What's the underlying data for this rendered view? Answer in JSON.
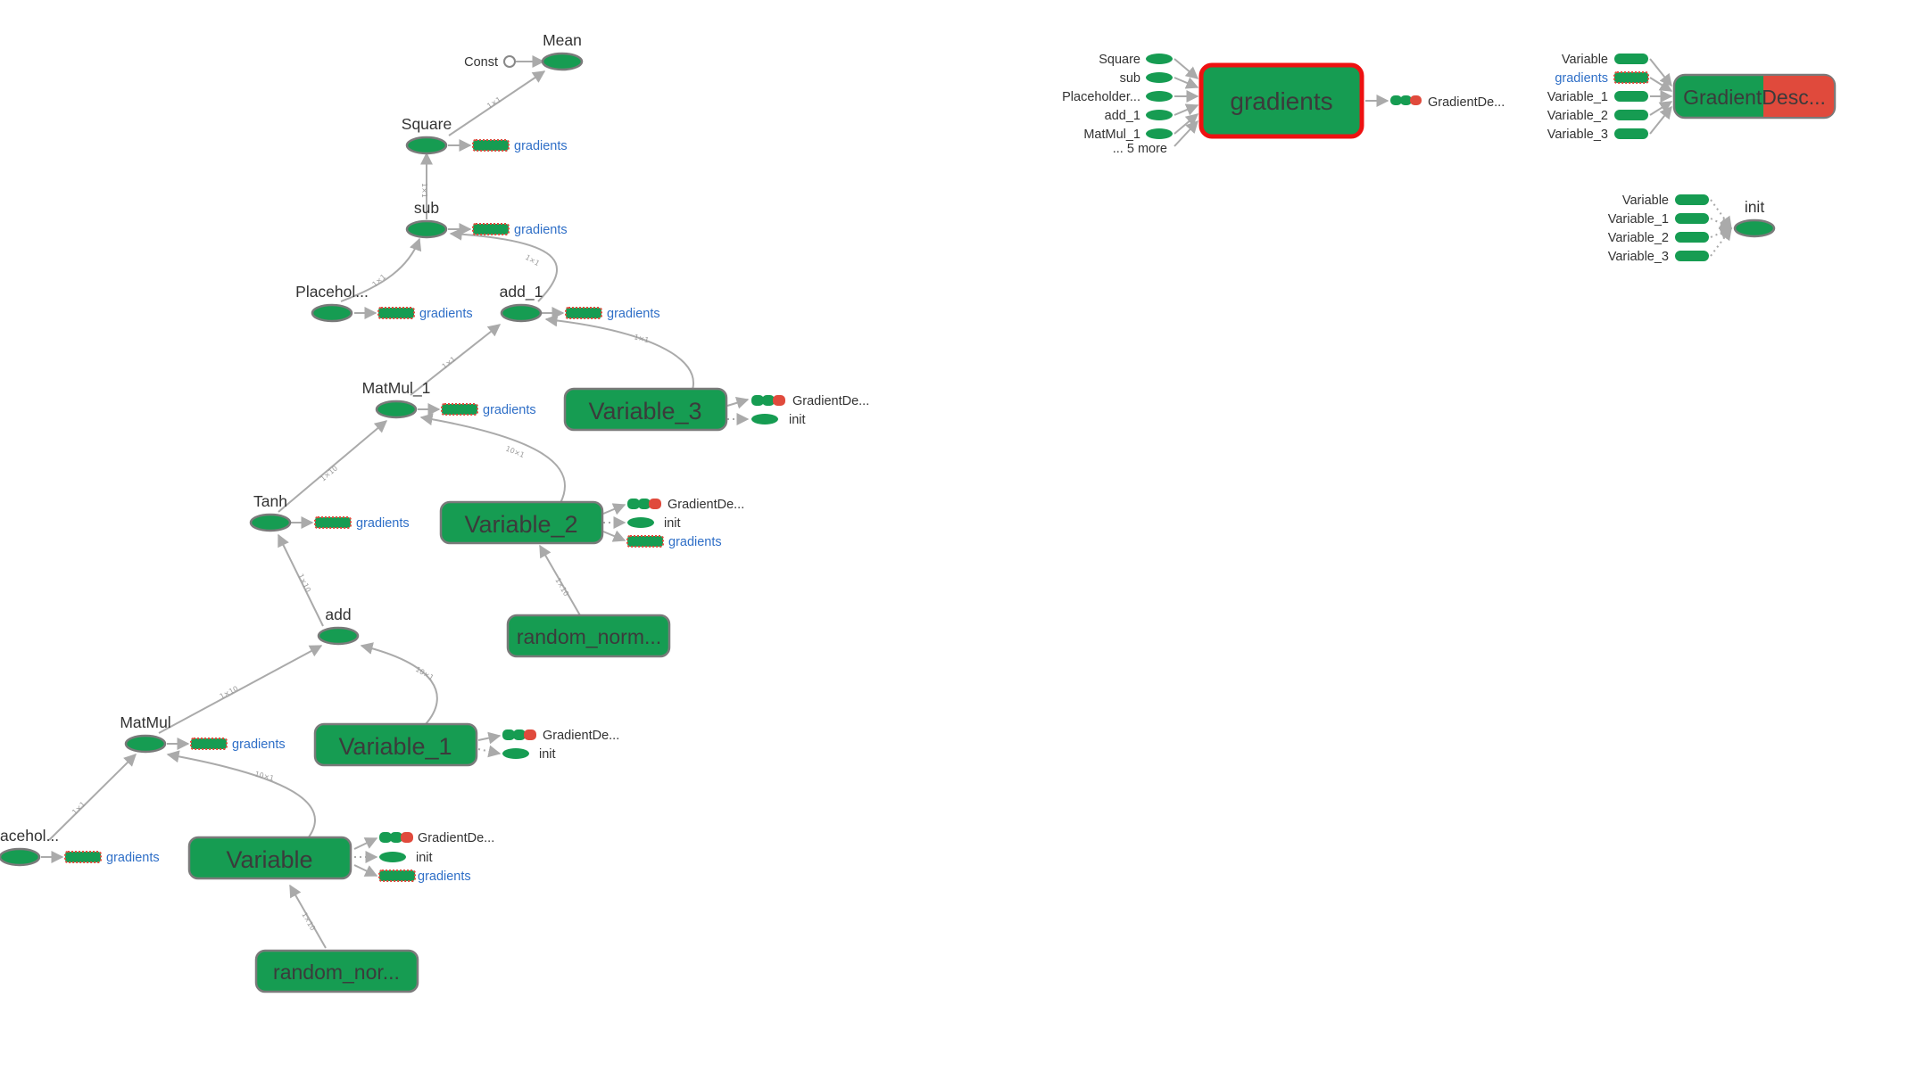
{
  "colors": {
    "node_fill": "#169c52",
    "node_stroke": "#7a7a7a",
    "accent_red": "#e04a3c",
    "selected_border": "#ee1111",
    "edge": "#aaaaaa",
    "link_text": "#2f6fc7"
  },
  "main_graph": {
    "mean": "Mean",
    "const": "Const",
    "square": "Square",
    "sub": "sub",
    "placeholder_1": "Placehol...",
    "add_1": "add_1",
    "matmul_1": "MatMul_1",
    "variable_3": "Variable_3",
    "tanh": "Tanh",
    "variable_2": "Variable_2",
    "random_normal_1": "random_norm...",
    "add": "add",
    "matmul": "MatMul",
    "variable_1": "Variable_1",
    "placeholder": "acehol...",
    "variable": "Variable",
    "random_normal": "random_nor..."
  },
  "aux": {
    "gradients": "gradients",
    "gradient_descent_short": "GradientDe...",
    "init": "init"
  },
  "edge_labels": {
    "scalar": "1×1",
    "scalar_rev": "1×1",
    "vec10": "1×10",
    "vec10_rev": "10×1"
  },
  "gradients_panel": {
    "title": "gradients",
    "inputs": [
      "Square",
      "sub",
      "Placeholder...",
      "add_1",
      "MatMul_1"
    ],
    "more": "... 5 more",
    "output": "GradientDe..."
  },
  "gradient_descent_panel": {
    "title": "GradientDesc...",
    "inputs": [
      "Variable",
      "gradients",
      "Variable_1",
      "Variable_2",
      "Variable_3"
    ]
  },
  "init_panel": {
    "title": "init",
    "inputs": [
      "Variable",
      "Variable_1",
      "Variable_2",
      "Variable_3"
    ]
  }
}
